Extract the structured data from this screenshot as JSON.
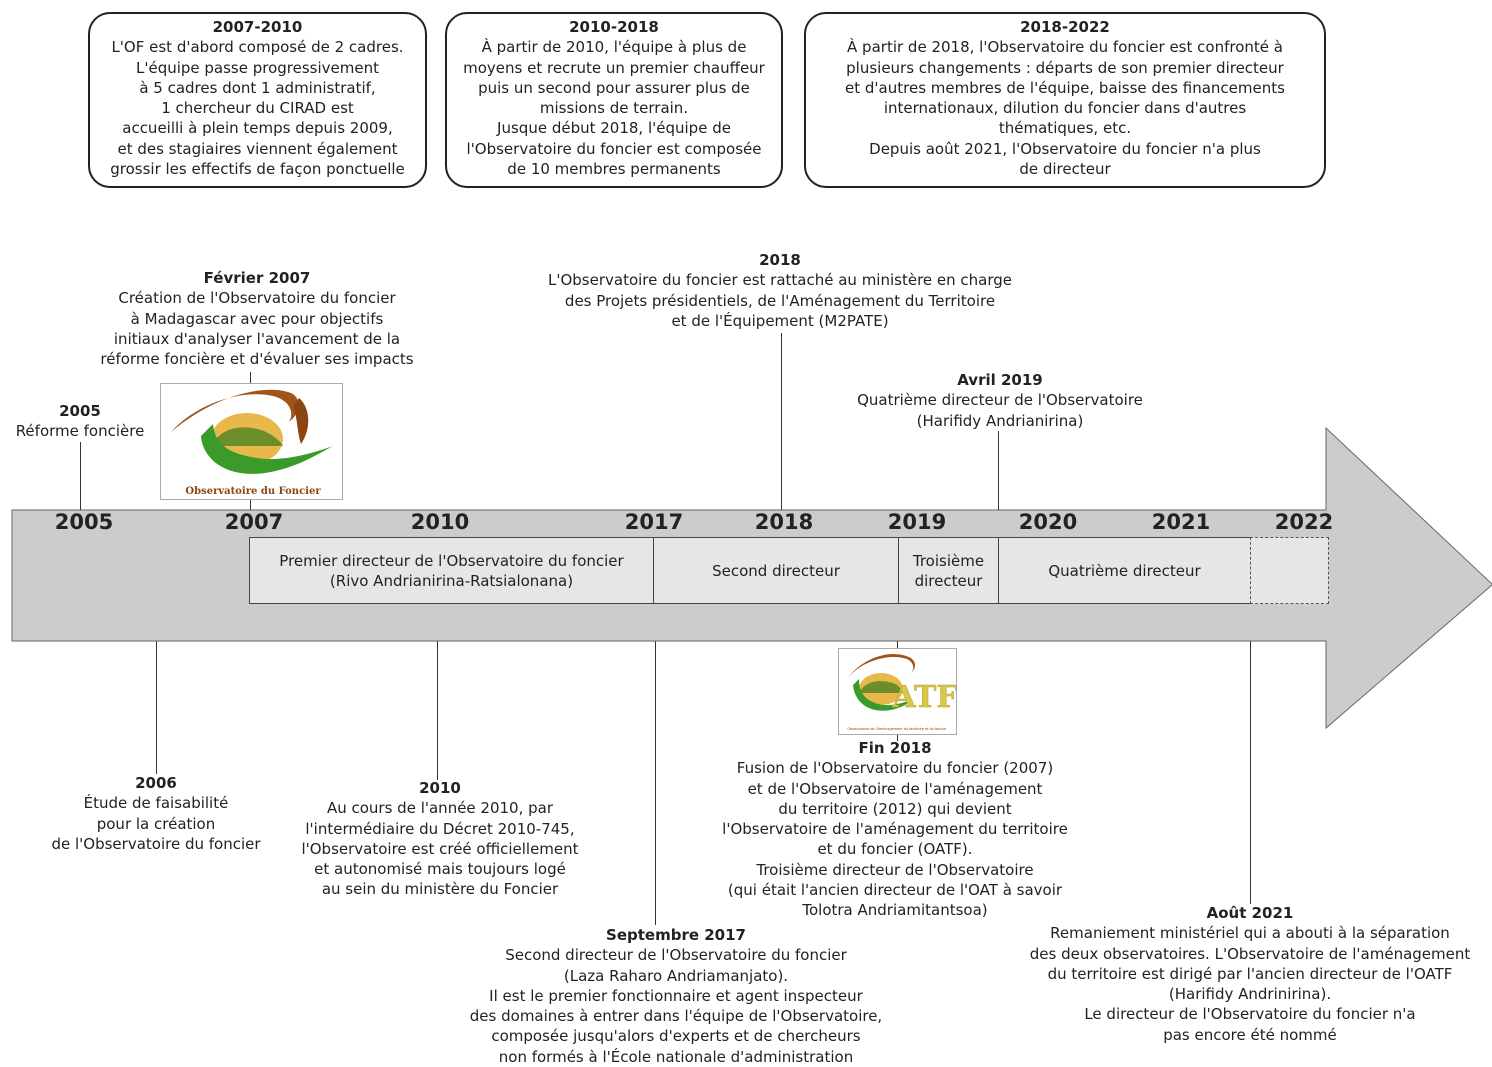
{
  "periods": [
    {
      "title": "2007-2010",
      "text": "L'OF est d'abord composé de 2 cadres.\nL'équipe passe progressivement\nà 5 cadres dont 1 administratif,\n1 chercheur du CIRAD est\naccueilli à plein temps depuis 2009,\net des stagiaires viennent également\ngrossir les effectifs de façon ponctuelle"
    },
    {
      "title": "2010-2018",
      "text": "À partir de 2010, l'équipe à plus de\nmoyens et recrute un premier chauffeur\npuis un second pour assurer plus de\nmissions de terrain.\nJusque début 2018, l'équipe de\nl'Observatoire du foncier est composée\nde 10 membres permanents"
    },
    {
      "title": "2018-2022",
      "text": "À partir de 2018, l'Observatoire du foncier est confronté à\nplusieurs changements : départs de son premier directeur\net d'autres membres de l'équipe, baisse des financements\ninternationaux, dilution du foncier dans d'autres\nthématiques, etc.\nDepuis août 2021, l'Observatoire du foncier n'a plus\nde directeur"
    }
  ],
  "years": [
    "2005",
    "2007",
    "2010",
    "2017",
    "2018",
    "2019",
    "2020",
    "2021",
    "2022"
  ],
  "directors": [
    {
      "label": "Premier directeur de l'Observatoire du foncier\n(Rivo Andrianirina-Ratsialonana)"
    },
    {
      "label": "Second directeur"
    },
    {
      "label": "Troisième\ndirecteur"
    },
    {
      "label": "Quatrième directeur"
    },
    {
      "label": ""
    }
  ],
  "events_above": [
    {
      "title": "2005",
      "text": "Réforme foncière"
    },
    {
      "title": "Février 2007",
      "text": "Création de l'Observatoire du foncier\nà Madagascar avec pour objectifs\ninitiaux d'analyser l'avancement de la\nréforme foncière et d'évaluer ses impacts"
    },
    {
      "title": "2018",
      "text": "L'Observatoire du foncier est rattaché au ministère en charge\ndes Projets présidentiels, de l'Aménagement du Territoire\net de l'Équipement (M2PATE)"
    },
    {
      "title": "Avril 2019",
      "text": "Quatrième directeur de l'Observatoire\n(Harifidy Andrianirina)"
    }
  ],
  "events_below": [
    {
      "title": "2006",
      "text": "Étude de faisabilité\npour la création\nde l'Observatoire du foncier"
    },
    {
      "title": "2010",
      "text": "Au cours de l'année 2010, par\nl'intermédiaire du Décret 2010-745,\nl'Observatoire est créé officiellement\net autonomisé mais toujours logé\nau sein du ministère du Foncier"
    },
    {
      "title": "Septembre 2017",
      "text": "Second directeur de l'Observatoire du foncier\n(Laza Raharo Andriamanjato).\nIl est le premier fonctionnaire et agent inspecteur\ndes domaines à entrer dans l'équipe de l'Observatoire,\ncomposée jusqu'alors d'experts et de chercheurs\nnon formés à l'École nationale d'administration"
    },
    {
      "title": "Fin 2018",
      "text": "Fusion de l'Observatoire du foncier (2007)\net de l'Observatoire de l'aménagement\ndu territoire (2012) qui devient\nl'Observatoire de l'aménagement du territoire\net du foncier (OATF).\nTroisième directeur de l'Observatoire\n(qui était l'ancien directeur de l'OAT à savoir\nTolotra Andriamitantsoa)"
    },
    {
      "title": "Août 2021",
      "text": "Remaniement ministériel qui a abouti à la séparation\ndes deux observatoires. L'Observatoire de l'aménagement\ndu territoire est dirigé par l'ancien directeur de l'OATF\n(Harifidy Andrinirina).\nLe directeur de l'Observatoire du foncier n'a\npas encore été nommé"
    }
  ],
  "logos": {
    "of_caption": "Observatoire du Foncier",
    "oatf_text": "ATF",
    "oatf_caption": "Observatoire de l'Aménagement du territoire et du foncier"
  },
  "colors": {
    "arrow": "#cccccc",
    "director_box": "#e6e6e6",
    "logo_brown": "#a0561a",
    "logo_green": "#3a9a2a"
  }
}
